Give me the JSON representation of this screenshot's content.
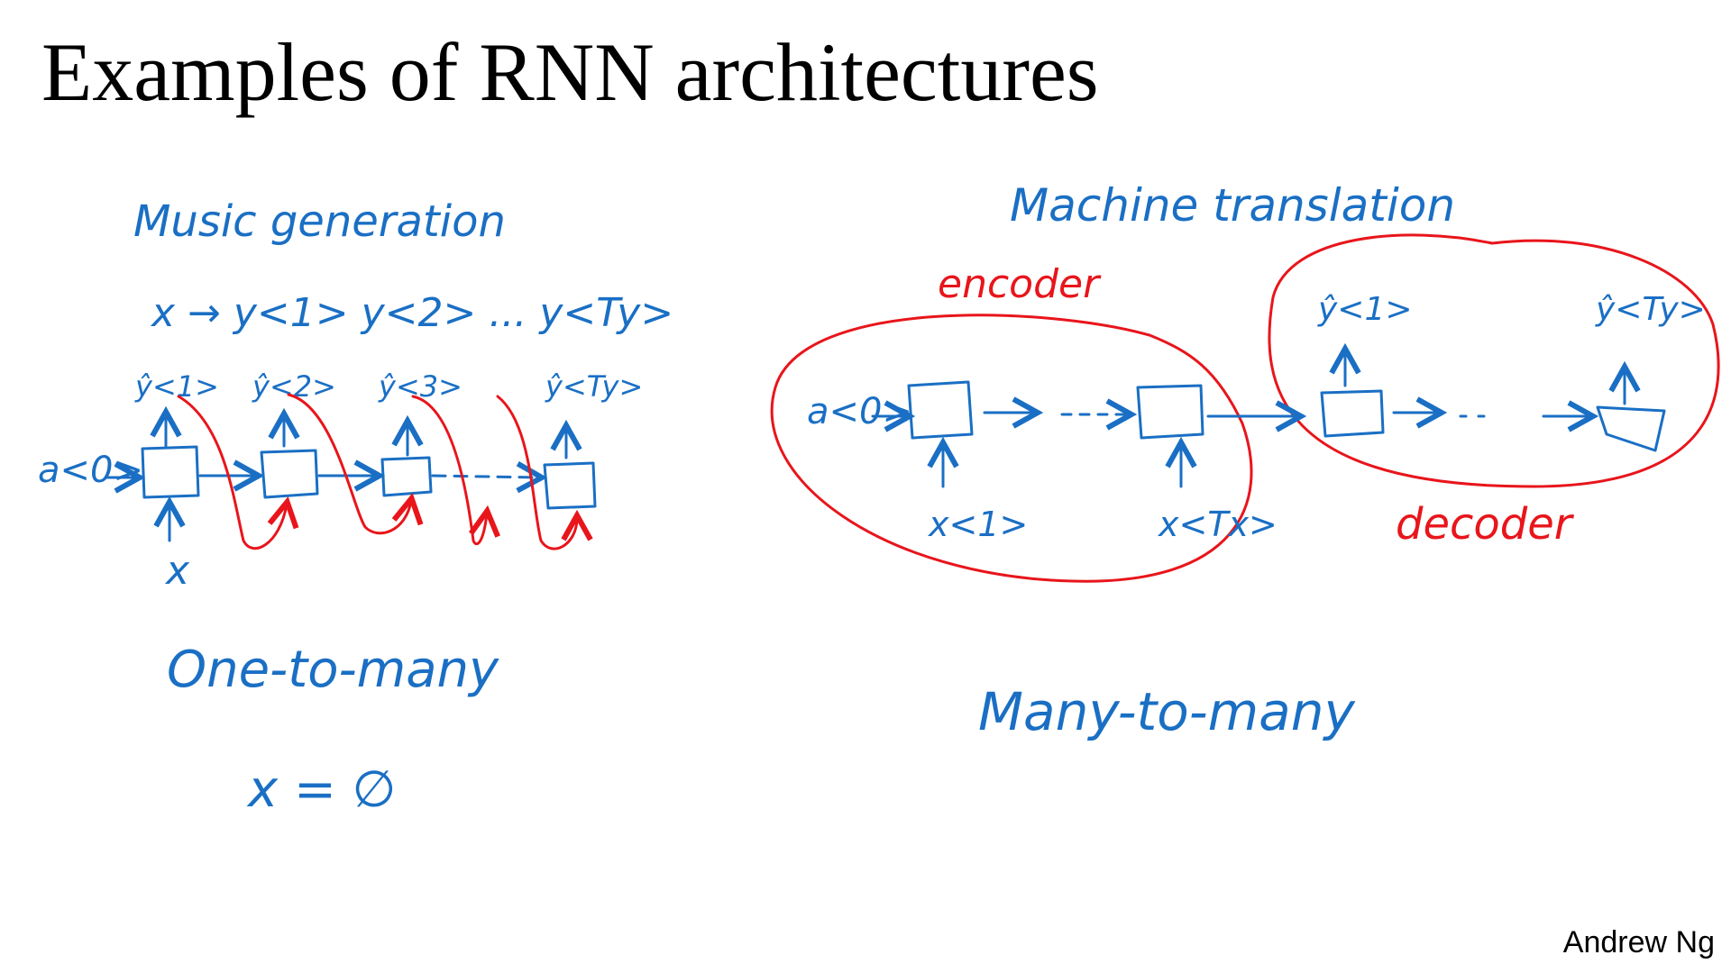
{
  "slide": {
    "title": "Examples of RNN architectures",
    "author": "Andrew Ng"
  },
  "music_generation": {
    "heading": "Music generation",
    "mapping": "x → y<1> y<2> ... y<Ty>",
    "outputs": [
      "ŷ<1>",
      "ŷ<2>",
      "ŷ<3>",
      "ŷ<Ty>"
    ],
    "initial_activation": "a<0>",
    "input": "x",
    "type_label": "One-to-many",
    "input_note": "x = ∅"
  },
  "machine_translation": {
    "heading": "Machine translation",
    "encoder_label": "encoder",
    "decoder_label": "decoder",
    "initial_activation": "a<0>",
    "inputs": [
      "x<1>",
      "x<Tx>"
    ],
    "outputs": [
      "ŷ<1>",
      "ŷ<Ty>"
    ],
    "type_label": "Many-to-many"
  },
  "colors": {
    "ink_blue": "#1a6fc4",
    "ink_red": "#e8151b"
  }
}
